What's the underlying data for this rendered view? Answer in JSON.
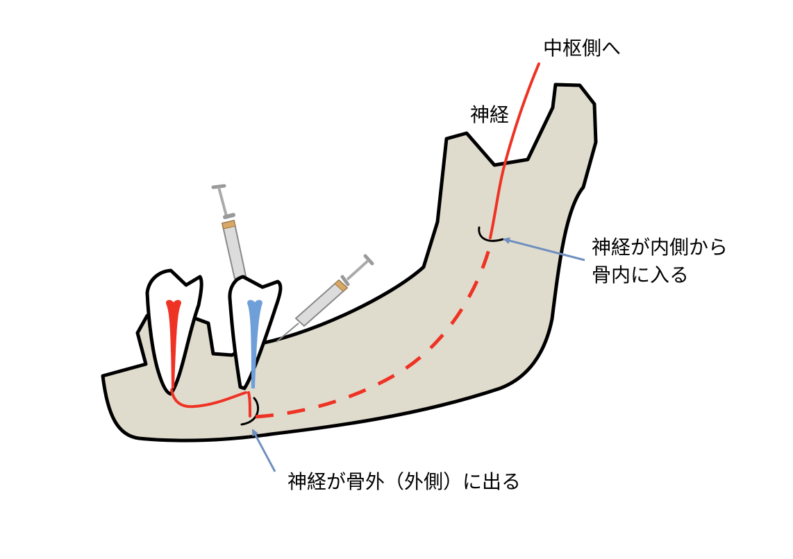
{
  "labels": {
    "to_center": "中枢側へ",
    "nerve": "神経",
    "enters_bone_line1": "神経が内側から",
    "enters_bone_line2": "骨内に入る",
    "exits_bone": "神経が骨外（外側）に出る"
  },
  "colors": {
    "bone_fill": "#e0dccd",
    "outline": "#000000",
    "nerve_red": "#ee3224",
    "anesthetized_blue": "#6f9fd8",
    "arrow": "#6f8fbf",
    "syringe_body": "#dcdcdc",
    "syringe_stopper": "#d9a866"
  }
}
